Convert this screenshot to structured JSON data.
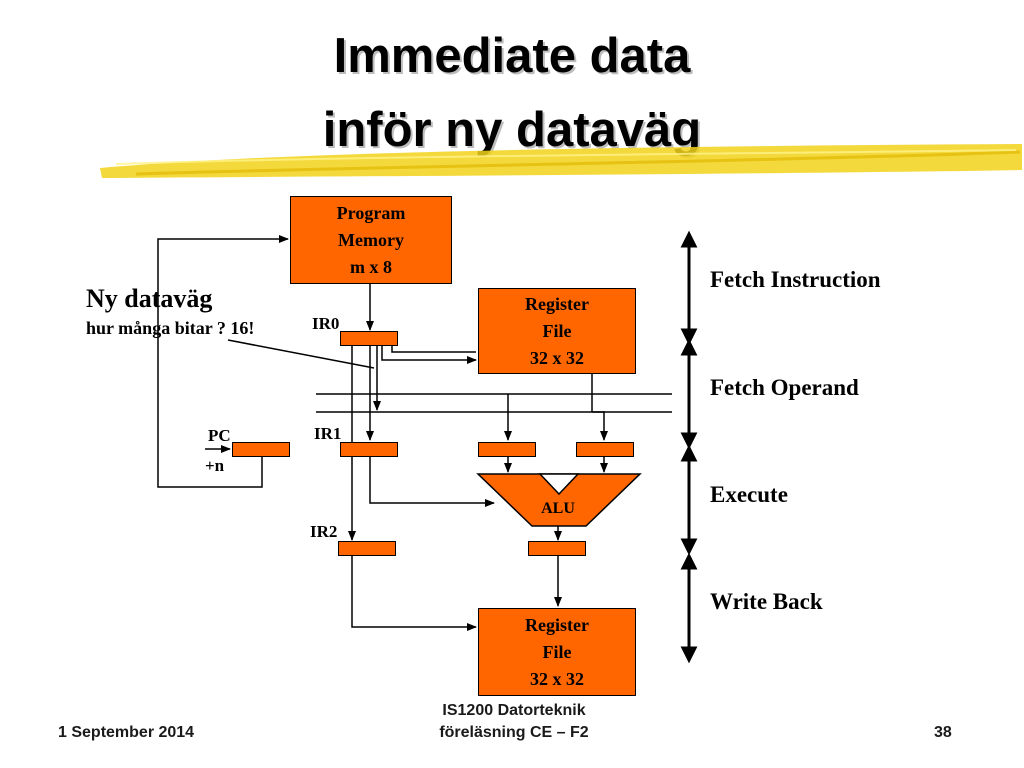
{
  "title": {
    "line1": "Immediate data",
    "line2": "inför ny dataväg"
  },
  "note": {
    "heading": "Ny dataväg",
    "question": "hur många bitar ? 16!"
  },
  "blocks": {
    "program_memory": [
      "Program",
      "Memory",
      "m x 8"
    ],
    "register_file_top": [
      "Register",
      "File",
      "32 x 32"
    ],
    "register_file_bottom": [
      "Register",
      "File",
      "32 x 32"
    ],
    "alu": "ALU"
  },
  "registers": {
    "ir0": "IR0",
    "ir1": "IR1",
    "ir2": "IR2",
    "pc": "PC",
    "pc_increment": "+n"
  },
  "stages": [
    "Fetch Instruction",
    "Fetch Operand",
    "Execute",
    "Write Back"
  ],
  "footer": {
    "date": "1 September 2014",
    "course_line1": "IS1200 Datorteknik",
    "course_line2": "föreläsning CE – F2",
    "page": "38"
  },
  "colors": {
    "block_fill": "#ff6600",
    "accent_stroke": "#f2d21a"
  }
}
